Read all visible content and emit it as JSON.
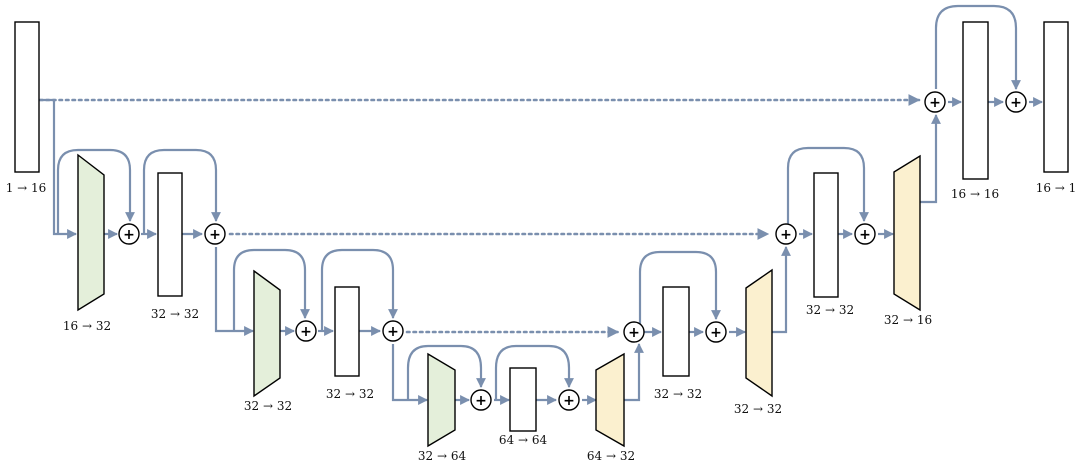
{
  "colors": {
    "arrow": "#7a8fae",
    "conv_block": "#ffffff",
    "down_block": "#e4efda",
    "up_block": "#fbf0cf",
    "outline": "#000000"
  },
  "sum_symbol": "+",
  "labels": {
    "in_conv": "1 → 16",
    "down1": "16 → 32",
    "res1": "32 → 32",
    "down2": "32 → 32",
    "res2": "32 → 32",
    "down3": "32 → 64",
    "res3": "64 → 64",
    "up1": "64 → 32",
    "res4": "32 → 32",
    "up2": "32 → 32",
    "res5": "32 → 32",
    "up3": "32 → 16",
    "res6": "16 → 16",
    "out_conv": "16 → 1"
  }
}
